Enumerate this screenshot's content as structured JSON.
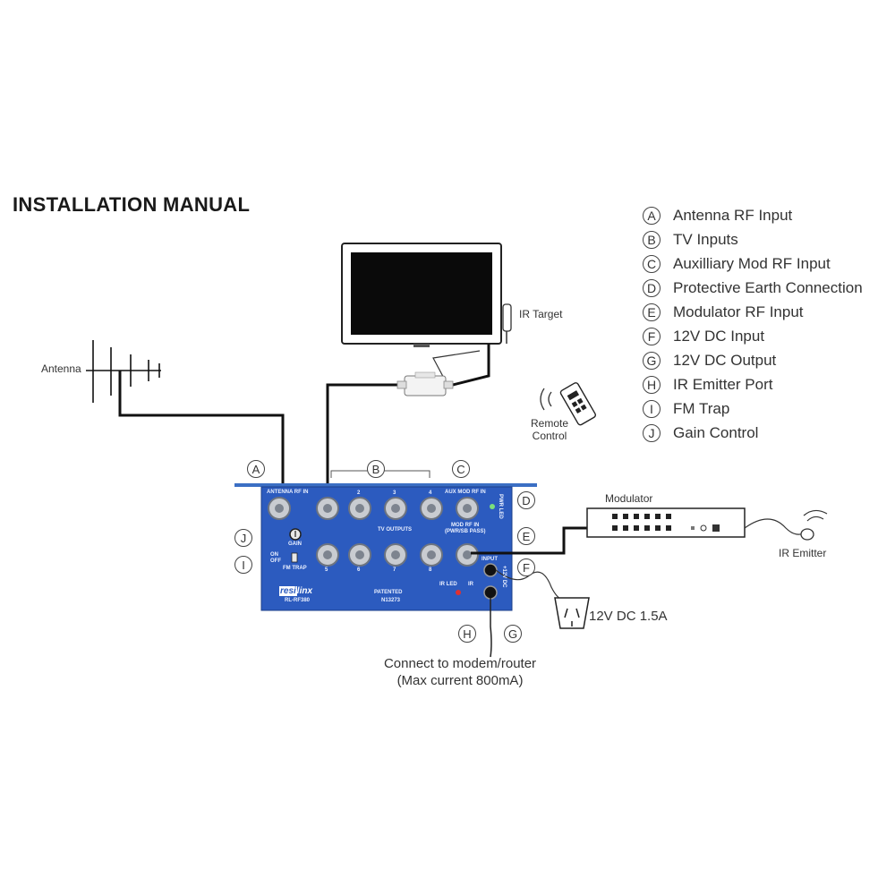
{
  "title": "INSTALLATION MANUAL",
  "legend": [
    {
      "letter": "A",
      "text": "Antenna RF Input"
    },
    {
      "letter": "B",
      "text": "TV Inputs"
    },
    {
      "letter": "C",
      "text": "Auxilliary Mod RF Input"
    },
    {
      "letter": "D",
      "text": "Protective Earth Connection"
    },
    {
      "letter": "E",
      "text": "Modulator RF Input"
    },
    {
      "letter": "F",
      "text": "12V DC Input"
    },
    {
      "letter": "G",
      "text": "12V DC Output"
    },
    {
      "letter": "H",
      "text": "IR Emitter Port"
    },
    {
      "letter": "I",
      "text": "FM Trap"
    },
    {
      "letter": "J",
      "text": "Gain Control"
    }
  ],
  "labels": {
    "antenna": "Antenna",
    "ir_target": "IR Target",
    "remote_line1": "Remote",
    "remote_line2": "Control",
    "modulator": "Modulator",
    "ir_emitter": "IR Emitter",
    "power": "12V DC 1.5A",
    "connect_line1": "Connect to modem/router",
    "connect_line2": "(Max current 800mA)"
  },
  "panel": {
    "antenna_rf_in": "ANTENNA RF IN",
    "aux_mod_rf_in": "AUX MOD RF IN",
    "pwr_led": "PWR LED",
    "tv_outputs": "TV OUTPUTS",
    "mod_rf_in": "MOD RF IN",
    "pwr_sb_pass": "(PWR/SB PASS)",
    "gain": "GAIN",
    "on": "ON",
    "off": "OFF",
    "fm_trap": "FM TRAP",
    "input": "INPUT",
    "ir_led": "IR LED",
    "ir": "IR",
    "dc_12v": "+12V DC",
    "brand_a": "resi",
    "brand_b": "linx",
    "model": "RL-RF380",
    "patented": "PATENTED",
    "patent_no": "N13273",
    "port_top": [
      "2",
      "3",
      "4"
    ],
    "port_bottom": [
      "5",
      "6",
      "7",
      "8"
    ]
  },
  "callouts": {
    "a": "A",
    "b": "B",
    "c": "C",
    "d": "D",
    "e": "E",
    "f": "F",
    "g": "G",
    "h": "H",
    "i": "I",
    "j": "J"
  }
}
